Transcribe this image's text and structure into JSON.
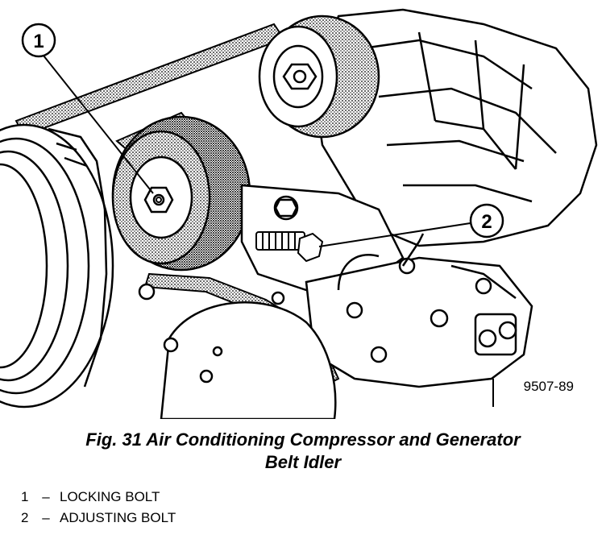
{
  "figure": {
    "callouts": [
      {
        "number": "1"
      },
      {
        "number": "2"
      }
    ],
    "figure_number": "9507-89"
  },
  "caption": {
    "line1": "Fig. 31 Air Conditioning Compressor and Generator",
    "line2": "Belt Idler"
  },
  "legend": [
    {
      "number": "1",
      "dash": "–",
      "label": "LOCKING BOLT"
    },
    {
      "number": "2",
      "dash": "–",
      "label": "ADJUSTING BOLT"
    }
  ]
}
